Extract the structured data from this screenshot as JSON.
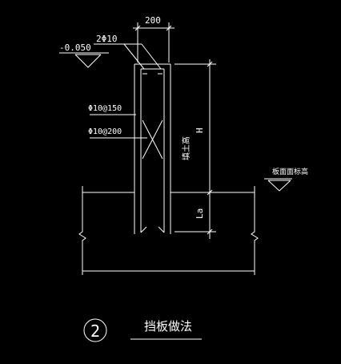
{
  "drawing": {
    "dim_width": "200",
    "top_rebar": "2Φ10",
    "elevation_top": "-0.050",
    "horizontal_rebar": "Φ10@150",
    "vertical_rebar": "Φ10@200",
    "fill_label": "填土高",
    "dim_height": "H",
    "dim_anchorage": "La",
    "ground_label": "板面面标高",
    "detail_number": "2",
    "detail_title": "挡板做法"
  },
  "colors": {
    "background": "#000000",
    "lines": "#ffffff"
  }
}
